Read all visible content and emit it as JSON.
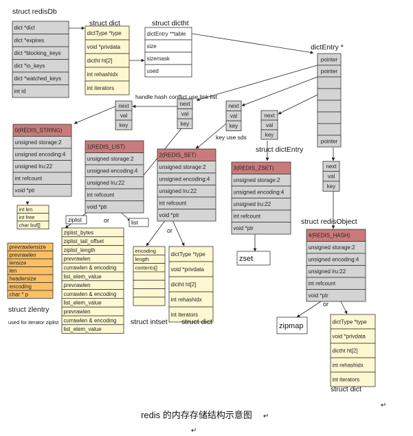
{
  "colors": {
    "gray": "#d4d4d4",
    "gray_dark": "#b4b4b4",
    "red": "#c97b7b",
    "yellow": "#fdf8d2",
    "orange": "#fbc064",
    "white": "#ffffff",
    "line": "#333333"
  },
  "labels": {
    "redisdb_title": "struct redisDb",
    "dict_top_title": "struct dict",
    "dictht_title": "struct dictht",
    "dictentry_top_title": "dictEntry *",
    "conflict_note": "handle hash conflict use link list",
    "keysds_note": "key use sds",
    "dictentry_mid_title": "struct dictEntry",
    "redisobject_title": "struct redisObject",
    "zlentry_title": "struct zlentry",
    "iterator_note": "used for iterator ziplist",
    "intset_title": "struct intset",
    "dict_mid_title": "struct dict",
    "dict_bottom_title": "struct dict",
    "or1": "or",
    "or2": "or",
    "or3": "or",
    "ziplist_tag": "ziplist",
    "list_tag": "list",
    "zset_box": "zset",
    "zipmap_box": "zipmap",
    "caption": "redis 的内存存储结构示意图",
    "mark1": "↵",
    "mark2": "↵",
    "mark3": "↵"
  },
  "boxes": {
    "redisdb": [
      "dict *dict",
      "dict *expires",
      "dict *blocking_keys",
      "dict *io_keys",
      "dict *watched_keys",
      "int id"
    ],
    "dict_top": [
      "dictType *type",
      "void *privdata",
      "dictht ht[2]",
      "int rehashidx",
      "int iterators"
    ],
    "dictht": [
      "dictEntry **table",
      "size",
      "sizemask",
      "used"
    ],
    "entry_array": [
      "pointer",
      "pointer",
      "",
      "",
      "",
      "",
      "",
      "pointer"
    ],
    "e1": [
      "next",
      "val",
      "key"
    ],
    "e2": [
      "next",
      "val",
      "key"
    ],
    "e3": [
      "next",
      "val",
      "key"
    ],
    "e4": [
      "next",
      "val",
      "key"
    ],
    "e5": [
      "next",
      "val",
      "key"
    ],
    "obj_string": [
      "0(REDIS_STRING)",
      "unsigned storage:2",
      "unsigned encoding:4",
      "unsigned lru:22",
      "int refcount",
      "void *ptr"
    ],
    "obj_list": [
      "1(REDIS_LIST)",
      "unsigned storage:2",
      "unsigned encoding:4",
      "unsigned lru:22",
      "int refcount",
      "void *ptr"
    ],
    "obj_set": [
      "2(REDIS_SET)",
      "unsigned storage:2",
      "unsigned encoding:4",
      "unsigned lru:22",
      "int refcount",
      "void *ptr"
    ],
    "obj_zset": [
      "3(REDIS_ZSET)",
      "unsigned storage:2",
      "unsigned encoding:4",
      "unsigned lru:22",
      "int refcount",
      "void *ptr"
    ],
    "obj_hash": [
      "4(REDIS_HASH)",
      "unsigned storage:2",
      "unsigned encoding:4",
      "unsigned lru:22",
      "int refcount",
      "void *ptr"
    ],
    "sds": [
      "int len",
      "int free",
      "char buf[]"
    ],
    "ziplist": [
      "ziplist_bytes",
      "ziplist_tail_offset",
      "ziplist_length",
      "prevrawlen",
      "currawlen & encoding",
      "list_elem_value",
      "prevrawlen",
      "currawlen & encoding",
      "list_elem_value",
      "prevrawlen",
      "currawlen & encoding",
      "list_elem_value"
    ],
    "zlentry": [
      "prevrawlensize",
      "prevrawlen",
      "lensize",
      "len",
      "headersize",
      "encoding",
      "char * p"
    ],
    "intset": [
      "encoding",
      "length",
      "contents[]",
      "",
      "",
      "",
      ""
    ],
    "dict_mid": [
      "dictType *type",
      "void *privdata",
      "dictht ht[2]",
      "int rehashidx",
      "int iterators"
    ],
    "dict_bottom": [
      "dictType *type",
      "void *privdata",
      "dictht ht[2]",
      "int rehashidx",
      "int iterators"
    ]
  }
}
